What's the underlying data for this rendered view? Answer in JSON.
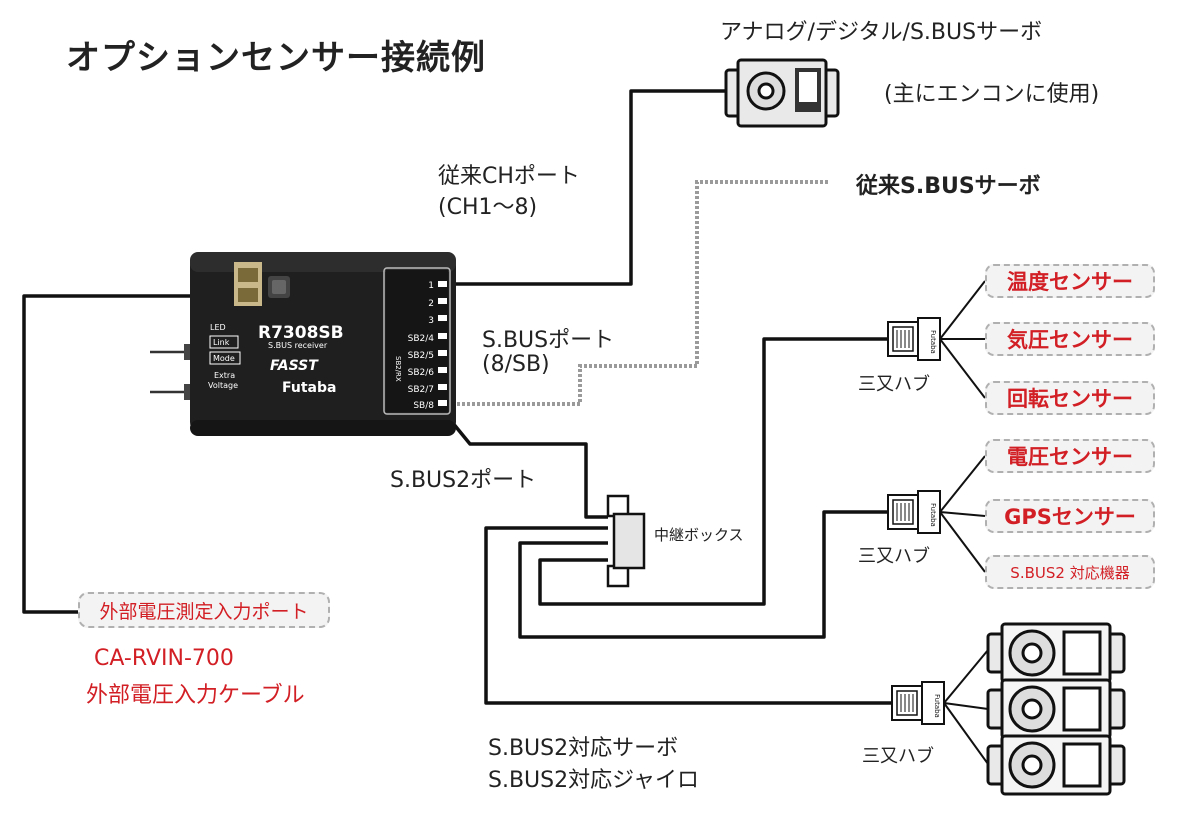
{
  "title": "オプションセンサー接続例",
  "labels": {
    "servo_top": "アナログ/デジタル/S.BUSサーボ",
    "servo_top_note": "(主にエンコンに使用)",
    "ch_port_line1": "従来CHポート",
    "ch_port_line2": "(CH1～8)",
    "sbus_servo": "従来S.BUSサーボ",
    "sbus_port_line1": "S.BUSポート",
    "sbus_port_line2": "(8/SB)",
    "sbus2_port": "S.BUS2ポート",
    "relay_box": "中継ボックス",
    "hub1": "三又ハブ",
    "hub2": "三又ハブ",
    "hub3": "三又ハブ",
    "sbus2_servo_line1": "S.BUS2対応サーボ",
    "sbus2_servo_line2": "S.BUS2対応ジャイロ",
    "ext_port": "外部電圧測定入力ポート",
    "cable_line1": "CA-RVIN-700",
    "cable_line2": "外部電圧入力ケーブル"
  },
  "sensors": [
    "温度センサー",
    "気圧センサー",
    "回転センサー",
    "電圧センサー",
    "GPSセンサー",
    "S.BUS2 対応機器"
  ],
  "receiver": {
    "model": "R7308SB",
    "subtitle": "S.BUS receiver",
    "tech": "FASST",
    "brand": "Futaba",
    "led": "LED",
    "link": "Link",
    "mode": "Mode",
    "extra1": "Extra",
    "extra2": "Voltage",
    "sbus2_rx": "SB2/RX",
    "ports": [
      "1",
      "2",
      "3",
      "SB2/4",
      "SB2/5",
      "SB2/6",
      "SB2/7",
      "SB/8"
    ]
  },
  "hub_brand": "Futaba",
  "colors": {
    "accent_red": "#d21f25",
    "line": "#111111",
    "dotted": "#9a9a9a"
  }
}
